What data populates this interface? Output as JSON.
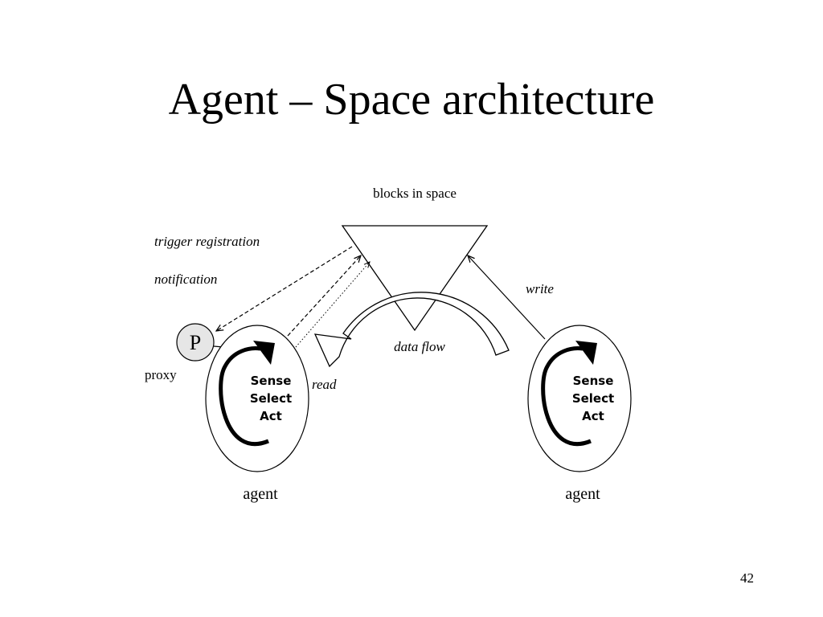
{
  "title": "Agent – Space architecture",
  "page_number": "42",
  "labels": {
    "blocks_in_space": "blocks in space",
    "trigger_registration": "trigger registration",
    "notification": "notification",
    "write": "write",
    "data_flow": "data flow",
    "read": "read",
    "proxy": "proxy",
    "proxy_letter": "P"
  },
  "agents": [
    {
      "label": "agent",
      "cycle": [
        "Sense",
        "Select",
        "Act"
      ]
    },
    {
      "label": "agent",
      "cycle": [
        "Sense",
        "Select",
        "Act"
      ]
    }
  ]
}
